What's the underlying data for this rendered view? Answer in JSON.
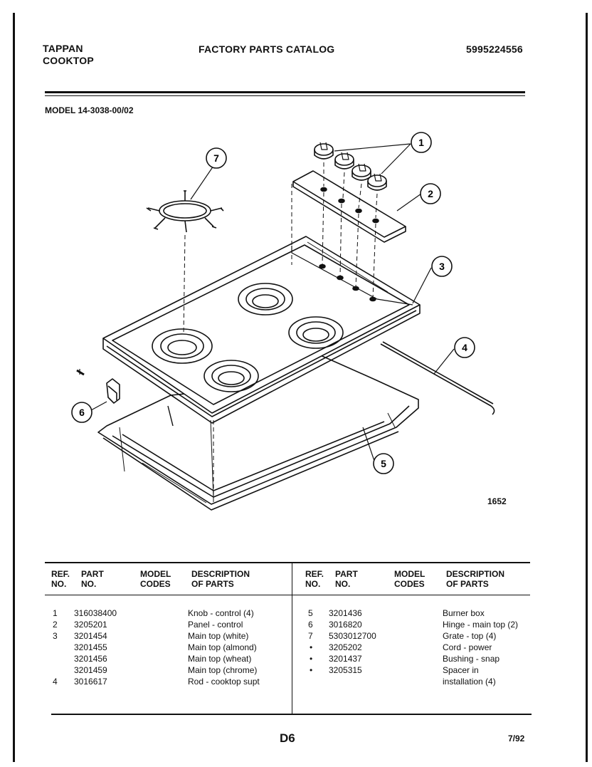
{
  "header": {
    "brand_line1": "TAPPAN",
    "brand_line2": "COOKTOP",
    "catalog_title": "FACTORY PARTS CATALOG",
    "catalog_number": "5995224556"
  },
  "model_line": "MODEL 14-3038-00/02",
  "diagram": {
    "figure_number": "1652",
    "callouts": [
      "1",
      "2",
      "3",
      "4",
      "5",
      "6",
      "7"
    ]
  },
  "table": {
    "headers": {
      "ref_line1": "REF.",
      "ref_line2": "NO.",
      "part_line1": "PART",
      "part_line2": "NO.",
      "model_line1": "MODEL",
      "model_line2": "CODES",
      "desc_line1": "DESCRIPTION",
      "desc_line2": "OF PARTS"
    },
    "left_rows": [
      {
        "ref": "1",
        "part": "316038400",
        "desc": "Knob - control (4)"
      },
      {
        "ref": "2",
        "part": "3205201",
        "desc": "Panel - control"
      },
      {
        "ref": "3",
        "part": "3201454",
        "desc": "Main top (white)"
      },
      {
        "ref": "",
        "part": "3201455",
        "desc": "Main top (almond)"
      },
      {
        "ref": "",
        "part": "3201456",
        "desc": "Main top (wheat)"
      },
      {
        "ref": "",
        "part": "3201459",
        "desc": "Main top (chrome)"
      },
      {
        "ref": "4",
        "part": "3016617",
        "desc": "Rod - cooktop supt"
      }
    ],
    "right_rows": [
      {
        "ref": "5",
        "part": "3201436",
        "desc": "Burner box"
      },
      {
        "ref": "6",
        "part": "3016820",
        "desc": "Hinge - main top (2)"
      },
      {
        "ref": "7",
        "part": "5303012700",
        "desc": "Grate - top (4)"
      },
      {
        "ref": "•",
        "part": "3205202",
        "desc": "Cord - power"
      },
      {
        "ref": "•",
        "part": "3201437",
        "desc": "Bushing - snap"
      },
      {
        "ref": "•",
        "part": "3205315",
        "desc": "Spacer in"
      },
      {
        "ref": "",
        "part": "",
        "desc": "installation (4)"
      }
    ]
  },
  "footer": {
    "page": "D6",
    "date": "7/92"
  }
}
